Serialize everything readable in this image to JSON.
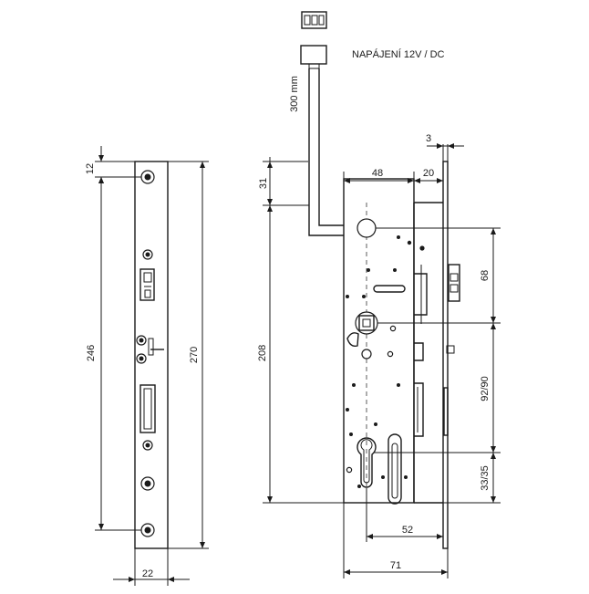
{
  "labels": {
    "power": "NAPÁJENÍ 12V / DC",
    "cable": "300 mm"
  },
  "dims": {
    "front_top": "12",
    "front_height": "246",
    "front_total": "270",
    "front_width": "22",
    "side_top": "31",
    "side_body": "208",
    "side_w48": "48",
    "side_w20": "20",
    "side_w3": "3",
    "side_68": "68",
    "side_9290": "92/90",
    "side_3335": "33/35",
    "side_52": "52",
    "side_71": "71"
  }
}
